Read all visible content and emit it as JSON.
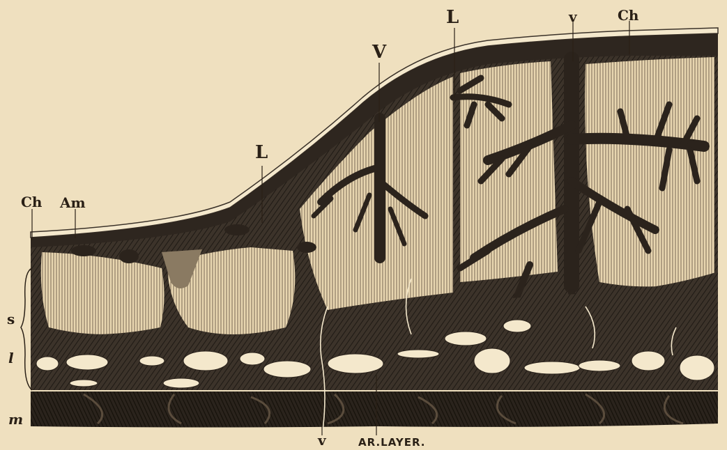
{
  "labels": {
    "ch_left": "Ch",
    "am": "Am",
    "l_left": "L",
    "v_mid": "V",
    "l_top": "L",
    "v_right": "v",
    "ch_right": "Ch",
    "s": "s",
    "l_side": "l",
    "m": "m",
    "v_bottom": "v",
    "ar_layer": "AR.LAYER."
  },
  "colors": {
    "paper": "#efe0bf",
    "ink": "#3a3128",
    "ink_dark": "#221c16",
    "lacuna": "#f4e8cc",
    "hatch": "#6a5a48"
  }
}
